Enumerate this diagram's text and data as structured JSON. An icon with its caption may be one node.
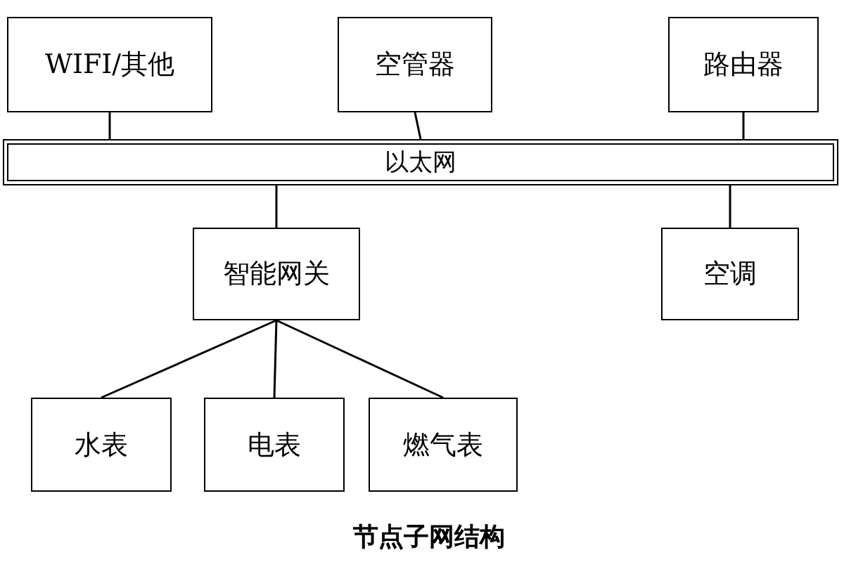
{
  "diagram": {
    "caption": "节点子网结构",
    "nodes": [
      {
        "text": [
          "WIFI/其他"
        ]
      },
      {
        "text": [
          "空管器"
        ]
      },
      {
        "text": [
          "路由器"
        ]
      },
      {
        "text": [
          "以太网"
        ]
      },
      {
        "text": [
          "智能网关"
        ]
      },
      {
        "text": [
          "空调"
        ]
      },
      {
        "text": [
          "水表"
        ]
      },
      {
        "text": [
          "电表"
        ]
      },
      {
        "text": [
          "燃气表"
        ]
      }
    ],
    "edges": [
      {
        "from": 0,
        "to": 3,
        "arrow": "none"
      },
      {
        "from": 1,
        "to": 3,
        "arrow": "none"
      },
      {
        "from": 2,
        "to": 3,
        "arrow": "none"
      },
      {
        "from": 3,
        "to": 4,
        "arrow": "none"
      },
      {
        "from": 3,
        "to": 5,
        "arrow": "none"
      },
      {
        "from": 4,
        "to": 6,
        "arrow": "none"
      },
      {
        "from": 4,
        "to": 7,
        "arrow": "none"
      },
      {
        "from": 4,
        "to": 8,
        "arrow": "none"
      }
    ]
  }
}
